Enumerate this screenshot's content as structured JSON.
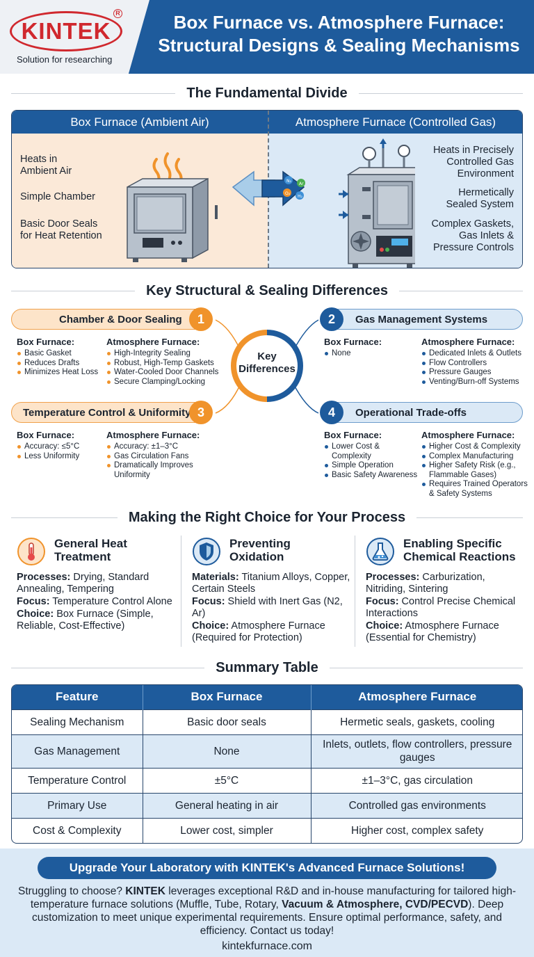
{
  "brand": {
    "logo": "KINTEK",
    "registered": "R",
    "tagline": "Solution for researching"
  },
  "header": {
    "title_line1": "Box Furnace vs. Atmosphere Furnace:",
    "title_line2": "Structural Designs & Sealing Mechanisms"
  },
  "divide": {
    "section_title": "The Fundamental Divide",
    "left_heading": "Box Furnace (Ambient Air)",
    "right_heading": "Atmosphere Furnace (Controlled Gas)",
    "left_features": [
      "Heats in\nAmbient Air",
      "Simple Chamber",
      "Basic Door Seals\nfor Heat Retention"
    ],
    "right_features": [
      "Heats in Precisely\nControlled Gas\nEnvironment",
      "Hermetically\nSealed System",
      "Complex Gaskets,\nGas Inlets &\nPressure Controls"
    ],
    "gas_labels": [
      "N₂",
      "Ar",
      "O₂",
      "H₂"
    ]
  },
  "differences": {
    "section_title": "Key Structural & Sealing Differences",
    "center_label": "Key\nDifferences",
    "box_caption": "Box Furnace:",
    "atm_caption": "Atmosphere Furnace:",
    "items": [
      {
        "number": "1",
        "title": "Chamber & Door Sealing",
        "box": [
          "Basic Gasket",
          "Reduces Drafts",
          "Minimizes Heat Loss"
        ],
        "atm": [
          "High-Integrity Sealing",
          "Robust, High-Temp Gaskets",
          "Water-Cooled Door Channels",
          "Secure Clamping/Locking"
        ]
      },
      {
        "number": "2",
        "title": "Gas Management Systems",
        "box": [
          "None"
        ],
        "atm": [
          "Dedicated Inlets & Outlets",
          "Flow Controllers",
          "Pressure Gauges",
          "Venting/Burn-off Systems"
        ]
      },
      {
        "number": "3",
        "title": "Temperature Control & Uniformity",
        "box": [
          "Accuracy: ≤5°C",
          "Less Uniformity"
        ],
        "atm": [
          "Accuracy: ±1–3°C",
          "Gas Circulation Fans",
          "Dramatically Improves\nUniformity"
        ]
      },
      {
        "number": "4",
        "title": "Operational Trade-offs",
        "box": [
          "Lower Cost &\nComplexity",
          "Simple Operation",
          "Basic Safety Awareness"
        ],
        "atm": [
          "Higher Cost & Complexity",
          "Complex Manufacturing",
          "Higher Safety Risk (e.g.,\nFlammable Gases)",
          "Requires Trained Operators\n& Safety Systems"
        ]
      }
    ]
  },
  "choice": {
    "section_title": "Making the Right Choice for Your Process",
    "columns": [
      {
        "icon": "thermometer-icon",
        "title": "General Heat\nTreatment",
        "label1": "Processes:",
        "text1": " Drying, Standard Annealing, Tempering",
        "label2": "Focus:",
        "text2": " Temperature Control Alone",
        "label3": "Choice:",
        "text3": " Box Furnace (Simple, Reliable, Cost-Effective)"
      },
      {
        "icon": "shield-icon",
        "title": "Preventing\nOxidation",
        "label1": "Materials:",
        "text1": " Titanium Alloys, Copper, Certain Steels",
        "label2": "Focus:",
        "text2": " Shield with Inert Gas (N2, Ar)",
        "label3": "Choice:",
        "text3": " Atmosphere Furnace (Required for Protection)"
      },
      {
        "icon": "flask-icon",
        "title": "Enabling Specific\nChemical Reactions",
        "label1": "Processes:",
        "text1": " Carburization, Nitriding, Sintering",
        "label2": "Focus:",
        "text2": " Control Precise Chemical Interactions",
        "label3": "Choice:",
        "text3": " Atmosphere Furnace (Essential for Chemistry)"
      }
    ]
  },
  "summary": {
    "section_title": "Summary Table",
    "headers": [
      "Feature",
      "Box Furnace",
      "Atmosphere Furnace"
    ],
    "rows": [
      [
        "Sealing Mechanism",
        "Basic door seals",
        "Hermetic seals, gaskets, cooling"
      ],
      [
        "Gas Management",
        "None",
        "Inlets, outlets, flow controllers, pressure gauges"
      ],
      [
        "Temperature Control",
        "±5°C",
        "±1–3°C, gas circulation"
      ],
      [
        "Primary Use",
        "General heating in air",
        "Controlled gas environments"
      ],
      [
        "Cost & Complexity",
        "Lower cost, simpler",
        "Higher cost, complex safety"
      ]
    ]
  },
  "footer": {
    "cta": "Upgrade Your Laboratory with KINTEK's Advanced Furnace Solutions!",
    "t1": "Struggling to choose? ",
    "b1": "KINTEK",
    "t2": " leverages exceptional R&D and in-house manufacturing for tailored high-temperature furnace solutions (Muffle, Tube, Rotary, ",
    "b2": "Vacuum & Atmosphere, CVD/PECVD",
    "t3": "). Deep customization to meet unique experimental requirements. Ensure optimal performance, safety, and efficiency. Contact us today!",
    "url": "kintekfurnace.com"
  },
  "colors": {
    "primary_blue": "#1e5b9c",
    "accent_orange": "#f0932b",
    "brand_red": "#d0282e"
  }
}
